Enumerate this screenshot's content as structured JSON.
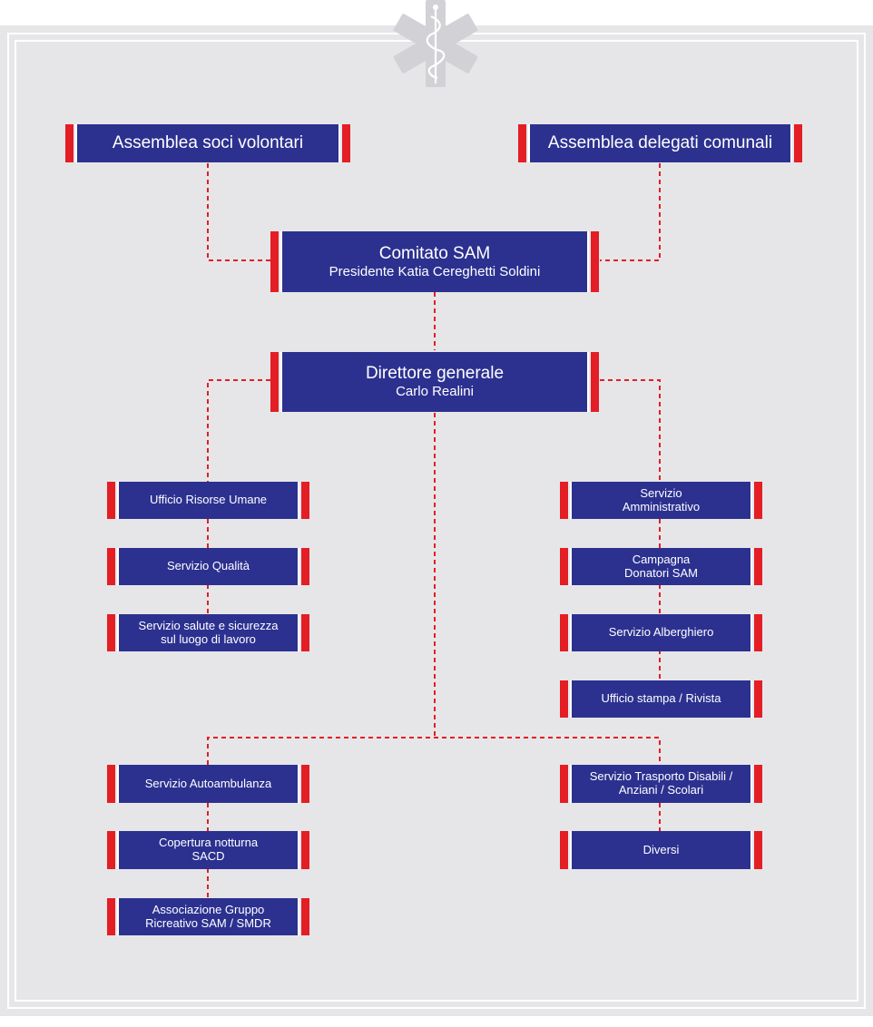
{
  "colors": {
    "box": "#2c3190",
    "cap": "#e31e24",
    "connector": "#e31e24",
    "background": "#e6e6e9"
  },
  "logo": {
    "icon": "star-of-life-icon"
  },
  "nodes": {
    "assemblea_soci": {
      "line1": "Assemblea soci volontari"
    },
    "assemblea_delegati": {
      "line1": "Assemblea delegati comunali"
    },
    "comitato": {
      "line1": "Comitato SAM",
      "line2": "Presidente Katia Cereghetti Soldini"
    },
    "direttore": {
      "line1": "Direttore generale",
      "line2": "Carlo Realini"
    },
    "risorse_umane": {
      "line1": "Ufficio Risorse Umane"
    },
    "qualita": {
      "line1": "Servizio Qualità"
    },
    "salute": {
      "line1": "Servizio salute e sicurezza",
      "line2": "sul luogo di lavoro"
    },
    "amministrativo": {
      "line1": "Servizio",
      "line2": "Amministrativo"
    },
    "campagna": {
      "line1": "Campagna",
      "line2": "Donatori SAM"
    },
    "alberghiero": {
      "line1": "Servizio Alberghiero"
    },
    "stampa": {
      "line1": "Ufficio stampa / Rivista"
    },
    "autoambulanza": {
      "line1": "Servizio Autoambulanza"
    },
    "copertura": {
      "line1": "Copertura notturna",
      "line2": "SACD"
    },
    "associazione": {
      "line1": "Associazione Gruppo",
      "line2": "Ricreativo SAM / SMDR"
    },
    "trasporto": {
      "line1": "Servizio Trasporto Disabili /",
      "line2": "Anziani / Scolari"
    },
    "diversi": {
      "line1": "Diversi"
    }
  }
}
